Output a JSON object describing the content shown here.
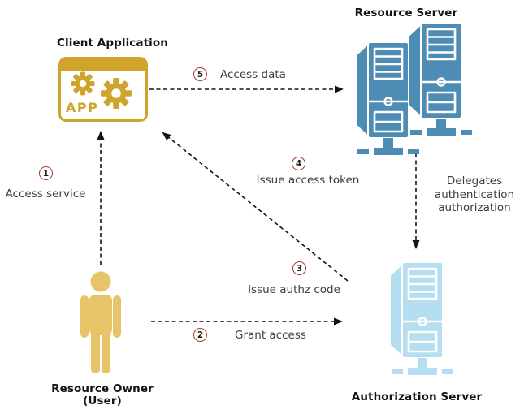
{
  "nodes": {
    "client_application": {
      "label": "Client Application",
      "icon": "app-window-gears-icon",
      "icon_text": "APP",
      "color": "#CFA32C"
    },
    "resource_server": {
      "label": "Resource Server",
      "icon": "server-towers-icon",
      "color": "#4D8CB5"
    },
    "authorization_server": {
      "label": "Authorization Server",
      "icon": "server-tower-icon",
      "color": "#B5DFF1"
    },
    "resource_owner": {
      "label": "Resource Owner",
      "sublabel": "(User)",
      "icon": "person-icon",
      "color": "#E8C468"
    }
  },
  "steps": [
    {
      "num": "1",
      "label": "Access service",
      "from": "resource_owner",
      "to": "client_application"
    },
    {
      "num": "2",
      "label": "Grant access",
      "from": "resource_owner",
      "to": "authorization_server"
    },
    {
      "num": "3",
      "label": "Issue authz code",
      "from": "authorization_server",
      "to": "client_application"
    },
    {
      "num": "4",
      "label": "Issue access token",
      "from": "authorization_server",
      "to": "client_application"
    },
    {
      "num": "5",
      "label": "Access data",
      "from": "client_application",
      "to": "resource_server"
    }
  ],
  "delegation_note": {
    "lines": [
      "Delegates",
      "authentication",
      "authorization"
    ],
    "from": "resource_server",
    "to": "authorization_server"
  },
  "colors": {
    "badge_ring": "#A63C2B",
    "arrow": "#141414",
    "step_text": "#3E3E3E",
    "entity_text": "#141414"
  }
}
